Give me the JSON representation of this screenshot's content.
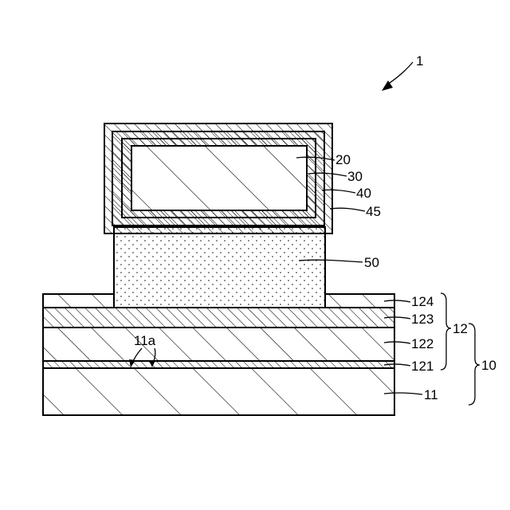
{
  "labels": {
    "device": "1",
    "l20": "20",
    "l30": "30",
    "l40": "40",
    "l45": "45",
    "l50": "50",
    "l124": "124",
    "l123": "123",
    "l12": "12",
    "l122": "122",
    "l10": "10",
    "l11a": "11a",
    "l121": "121",
    "l11": "11"
  },
  "colors": {
    "line": "#000000",
    "background": "#ffffff"
  }
}
